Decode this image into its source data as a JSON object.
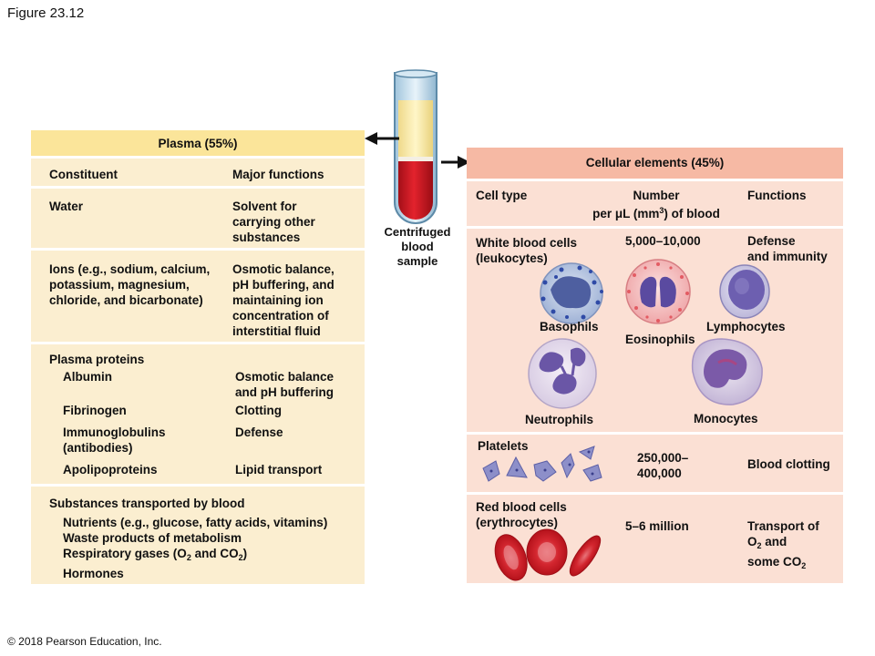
{
  "figure_title": "Figure 23.12",
  "copyright": "© 2018 Pearson Education, Inc.",
  "tube_label": [
    "Centrifuged",
    "blood",
    "sample"
  ],
  "plasma": {
    "header": "Plasma (55%)",
    "col_constituent": "Constituent",
    "col_functions": "Major functions",
    "water": "Water",
    "water_fn": [
      "Solvent for",
      "carrying other",
      "substances"
    ],
    "ions": [
      "Ions (e.g., sodium, calcium,",
      "potassium, magnesium,",
      "chloride, and bicarbonate)"
    ],
    "ions_fn": [
      "Osmotic balance,",
      "pH buffering, and",
      "maintaining ion",
      "concentration of",
      "interstitial fluid"
    ],
    "proteins": "Plasma proteins",
    "albumin": "Albumin",
    "albumin_fn": [
      "Osmotic balance",
      "and pH buffering"
    ],
    "fibrinogen": "Fibrinogen",
    "fibrinogen_fn": "Clotting",
    "immuno": [
      "Immunoglobulins",
      "(antibodies)"
    ],
    "immuno_fn": "Defense",
    "apolipo": "Apolipoproteins",
    "apolipo_fn": "Lipid transport",
    "substances": "Substances transported by blood",
    "nutrients": "Nutrients (e.g., glucose, fatty acids, vitamins)",
    "waste": "Waste products of metabolism",
    "resp_prefix": "Respiratory gases (O",
    "resp_mid": " and CO",
    "resp_suffix": ")",
    "sub2": "2",
    "hormones": "Hormones"
  },
  "cells": {
    "header": "Cellular elements (45%)",
    "col_type": "Cell type",
    "col_number_1": "Number",
    "col_number_2a": "per μL (mm",
    "col_number_sup": "3",
    "col_number_2b": ") of blood",
    "col_functions": "Functions",
    "wbc": [
      "White blood cells",
      "(leukocytes)"
    ],
    "wbc_number": "5,000–10,000",
    "wbc_fn": [
      "Defense",
      "and immunity"
    ],
    "basophils": "Basophils",
    "eosinophils": "Eosinophils",
    "lymphocytes": "Lymphocytes",
    "neutrophils": "Neutrophils",
    "monocytes": "Monocytes",
    "platelets": "Platelets",
    "platelet_number": [
      "250,000–",
      "400,000"
    ],
    "platelet_fn": "Blood clotting",
    "rbc": [
      "Red blood cells",
      "(erythrocytes)"
    ],
    "rbc_number": "5–6 million",
    "rbc_fn_1": "Transport of",
    "rbc_fn_2a": "O",
    "rbc_fn_2b": " and",
    "rbc_fn_3a": "some CO",
    "sub2": "2"
  },
  "colors": {
    "plasma_header": "#fbe59a",
    "plasma_body": "#fbeed0",
    "cells_header": "#f6b9a4",
    "cells_body": "#fbe0d4",
    "blood_red": "#c8141e",
    "plasma_yellow": "#fbefa8"
  }
}
